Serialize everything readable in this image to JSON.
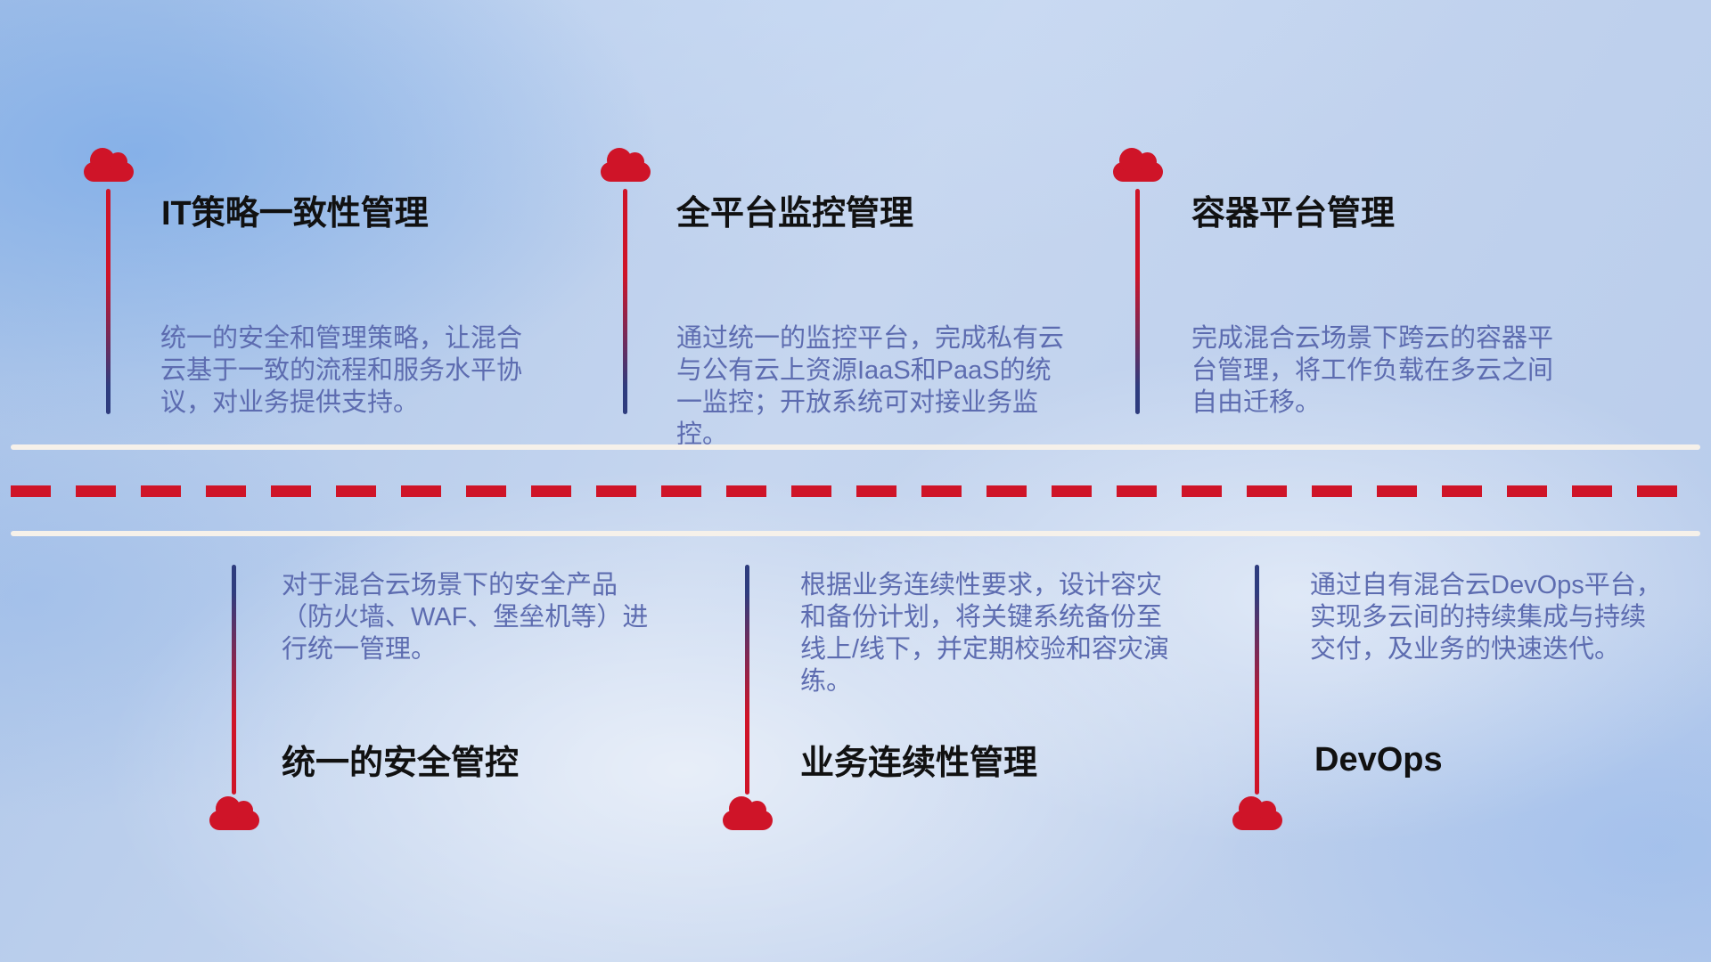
{
  "colors": {
    "red": "#cf1428",
    "navy": "#2e3c7e",
    "title_text": "#111111",
    "desc_text": "#5d6cb0",
    "divider_white": "#f6f1ea"
  },
  "top_items": [
    {
      "title": "IT策略一致性管理",
      "desc": "统一的安全和管理策略，让混合云基于一致的流程和服务水平协议，对业务提供支持。"
    },
    {
      "title": "全平台监控管理",
      "desc": "通过统一的监控平台，完成私有云与公有云上资源IaaS和PaaS的统一监控；开放系统可对接业务监控。"
    },
    {
      "title": "容器平台管理",
      "desc": "完成混合云场景下跨云的容器平台管理，将工作负载在多云之间自由迁移。"
    }
  ],
  "bottom_items": [
    {
      "title": "统一的安全管控",
      "desc": "对于混合云场景下的安全产品（防火墙、WAF、堡垒机等）进行统一管理。"
    },
    {
      "title": "业务连续性管理",
      "desc": "根据业务连续性要求，设计容灾和备份计划，将关键系统备份至线上/线下，并定期校验和容灾演练。"
    },
    {
      "title": "DevOps",
      "desc": "通过自有混合云DevOps平台，实现多云间的持续集成与持续交付，及业务的快速迭代。"
    }
  ]
}
